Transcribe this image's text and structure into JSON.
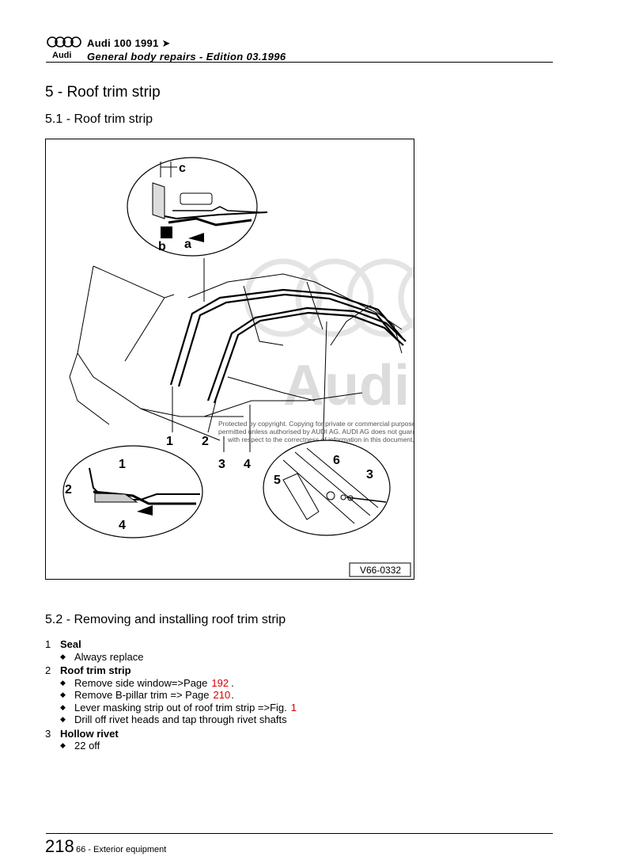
{
  "header": {
    "title": "Audi 100 1991 ➤",
    "subtitle": "General body repairs - Edition 03.1996",
    "logo_text": "Audi"
  },
  "section_title": "5 - Roof trim strip",
  "subsection_1": "5.1 - Roof trim strip",
  "figure": {
    "code": "V66-0332",
    "watermark_logo": "Audi",
    "copyright_lines": [
      "Protected by copyright. Copying for private or commercial purposes, in part or in whole, is not",
      "permitted unless authorised by AUDI AG. AUDI AG does not guarantee or accept any liability",
      "with respect to the correctness of information in this document. Copyright by AUDI AG."
    ],
    "callouts": {
      "c": "c",
      "b": "b",
      "a": "a",
      "n1": "1",
      "n2": "2",
      "n3": "3",
      "n4": "4",
      "d1": "1",
      "d2": "2",
      "d4": "4",
      "e5": "5",
      "e6": "6",
      "e3": "3"
    }
  },
  "subsection_2": "5.2 - Removing and installing roof trim strip",
  "items": [
    {
      "number": "1",
      "label": "Seal",
      "steps": [
        {
          "text": "Always replace",
          "ref": ""
        }
      ]
    },
    {
      "number": "2",
      "label": "Roof trim strip",
      "steps": [
        {
          "text": "Remove side window=>Page",
          "ref": "192",
          "after": "."
        },
        {
          "text": "Remove B-pillar trim => Page",
          "ref": "210",
          "after": "."
        },
        {
          "text": "Lever masking strip out of roof trim strip =>Fig.",
          "ref": "1",
          "after": ""
        },
        {
          "text": "Drill off rivet heads and tap through rivet shafts",
          "ref": "",
          "after": ""
        }
      ]
    },
    {
      "number": "3",
      "label": "Hollow rivet",
      "steps": [
        {
          "text": "22 off",
          "ref": "",
          "after": ""
        }
      ]
    }
  ],
  "footer": {
    "page_number": "218",
    "chapter": "66 - Exterior equipment"
  }
}
